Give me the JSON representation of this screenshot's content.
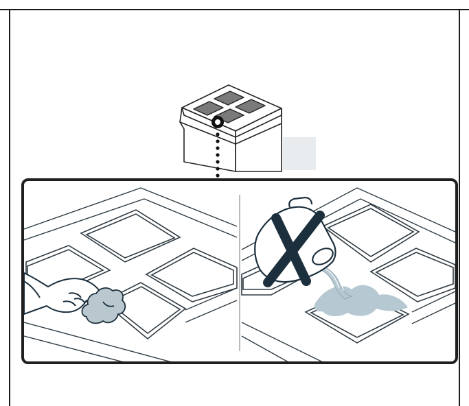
{
  "page": {
    "frame_color": "#1a1a1a",
    "cooktop_grey": "#7a7a7a",
    "panel_border_color": "#1f1f1f",
    "line_color": "#2f3b43",
    "cross_color": "#1c2f3d",
    "water_color": "#b6c8d1",
    "cloth_color": "#b9c7cf"
  },
  "illustration": {
    "cooker_icon": "cooker-with-four-plates",
    "left_panel_icon": "hand-wiping-hob-with-cloth",
    "right_panel_icon": "pouring-water-on-hob-prohibited"
  }
}
